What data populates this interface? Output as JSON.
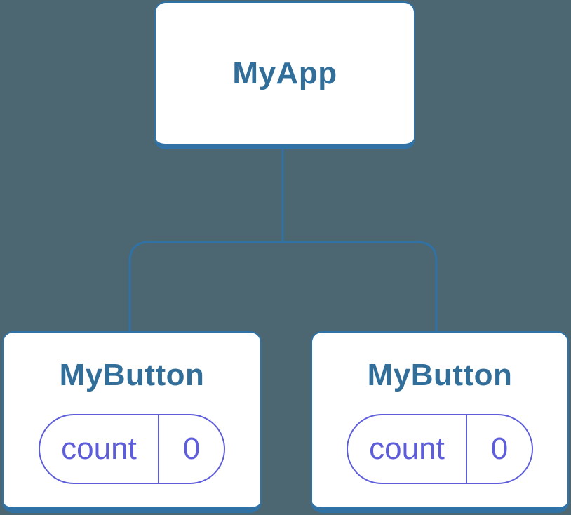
{
  "tree": {
    "root": {
      "label": "MyApp"
    },
    "children": [
      {
        "label": "MyButton",
        "state": {
          "key": "count",
          "value": "0"
        }
      },
      {
        "label": "MyButton",
        "state": {
          "key": "count",
          "value": "0"
        }
      }
    ]
  },
  "colors": {
    "background": "#4C6771",
    "connector_blue": "#3072A6",
    "card_fill": "#FFFFFF",
    "label_blue": "#326E9A",
    "state_purple": "#5D5DDB"
  }
}
